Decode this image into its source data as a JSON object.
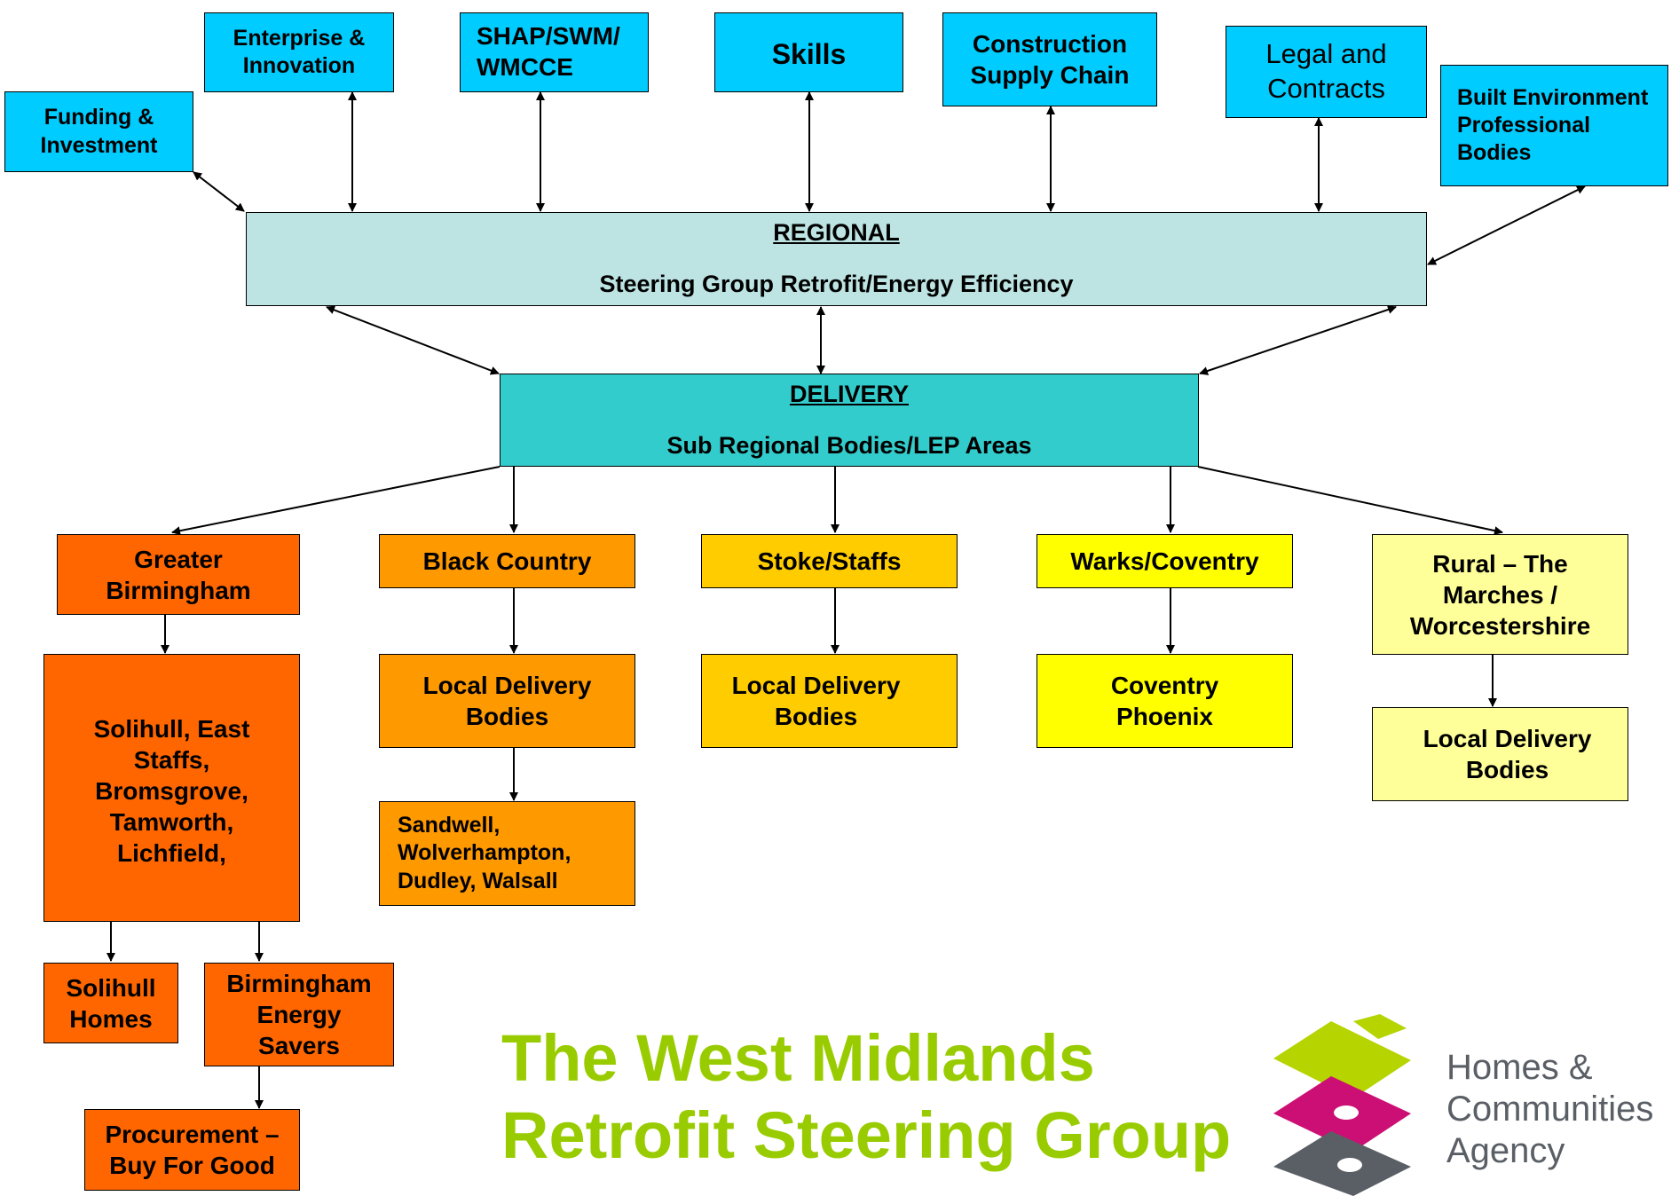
{
  "top_boxes": {
    "funding": "Funding &\nInvestment",
    "enterprise": "Enterprise &\nInnovation",
    "shap": "SHAP/SWM/\nWMCCE",
    "skills": "Skills",
    "construction": "Construction\nSupply Chain",
    "legal": "Legal and\nContracts",
    "built_env": "Built Environment\nProfessional\nBodies"
  },
  "regional": {
    "heading": "REGIONAL",
    "subtitle": "Steering Group Retrofit/Energy Efficiency"
  },
  "delivery": {
    "heading": "DELIVERY",
    "subtitle": "Sub Regional Bodies/LEP Areas"
  },
  "sub_regions": {
    "greater_birmingham": "Greater\nBirmingham",
    "black_country": "Black Country",
    "stoke_staffs": "Stoke/Staffs",
    "warks_coventry": "Warks/Coventry",
    "rural": "Rural – The\nMarches /\nWorcestershire"
  },
  "local": {
    "gb_areas": "Solihull, East\nStaffs,\nBromsgrove,\nTamworth,\nLichfield,",
    "bc_local": "Local Delivery\nBodies",
    "ss_local": "Local Delivery\nBodies",
    "coventry_phoenix": "Coventry\nPhoenix",
    "rural_local": "Local Delivery\nBodies",
    "bc_areas": "Sandwell,\nWolverhampton,\nDudley, Walsall",
    "solihull_homes": "Solihull\nHomes",
    "brum_energy": "Birmingham\nEnergy\nSavers",
    "procurement": "Procurement –\nBuy For Good"
  },
  "title": "The West Midlands\nRetrofit Steering Group",
  "logo": {
    "text": "Homes &\nCommunities\nAgency",
    "icon": "hca-logo-icon"
  },
  "colors": {
    "top": "#00ccff",
    "regional": "#bde3e3",
    "delivery": "#33cccc",
    "orange": "#ff6600",
    "amber": "#ff9900",
    "gold": "#ffcc00",
    "yellow": "#ffff00",
    "pale_yellow": "#ffff99",
    "title_green": "#99cc00",
    "logo_lime": "#b5d400",
    "logo_magenta": "#cc0f74",
    "logo_grey": "#5a5f66"
  }
}
